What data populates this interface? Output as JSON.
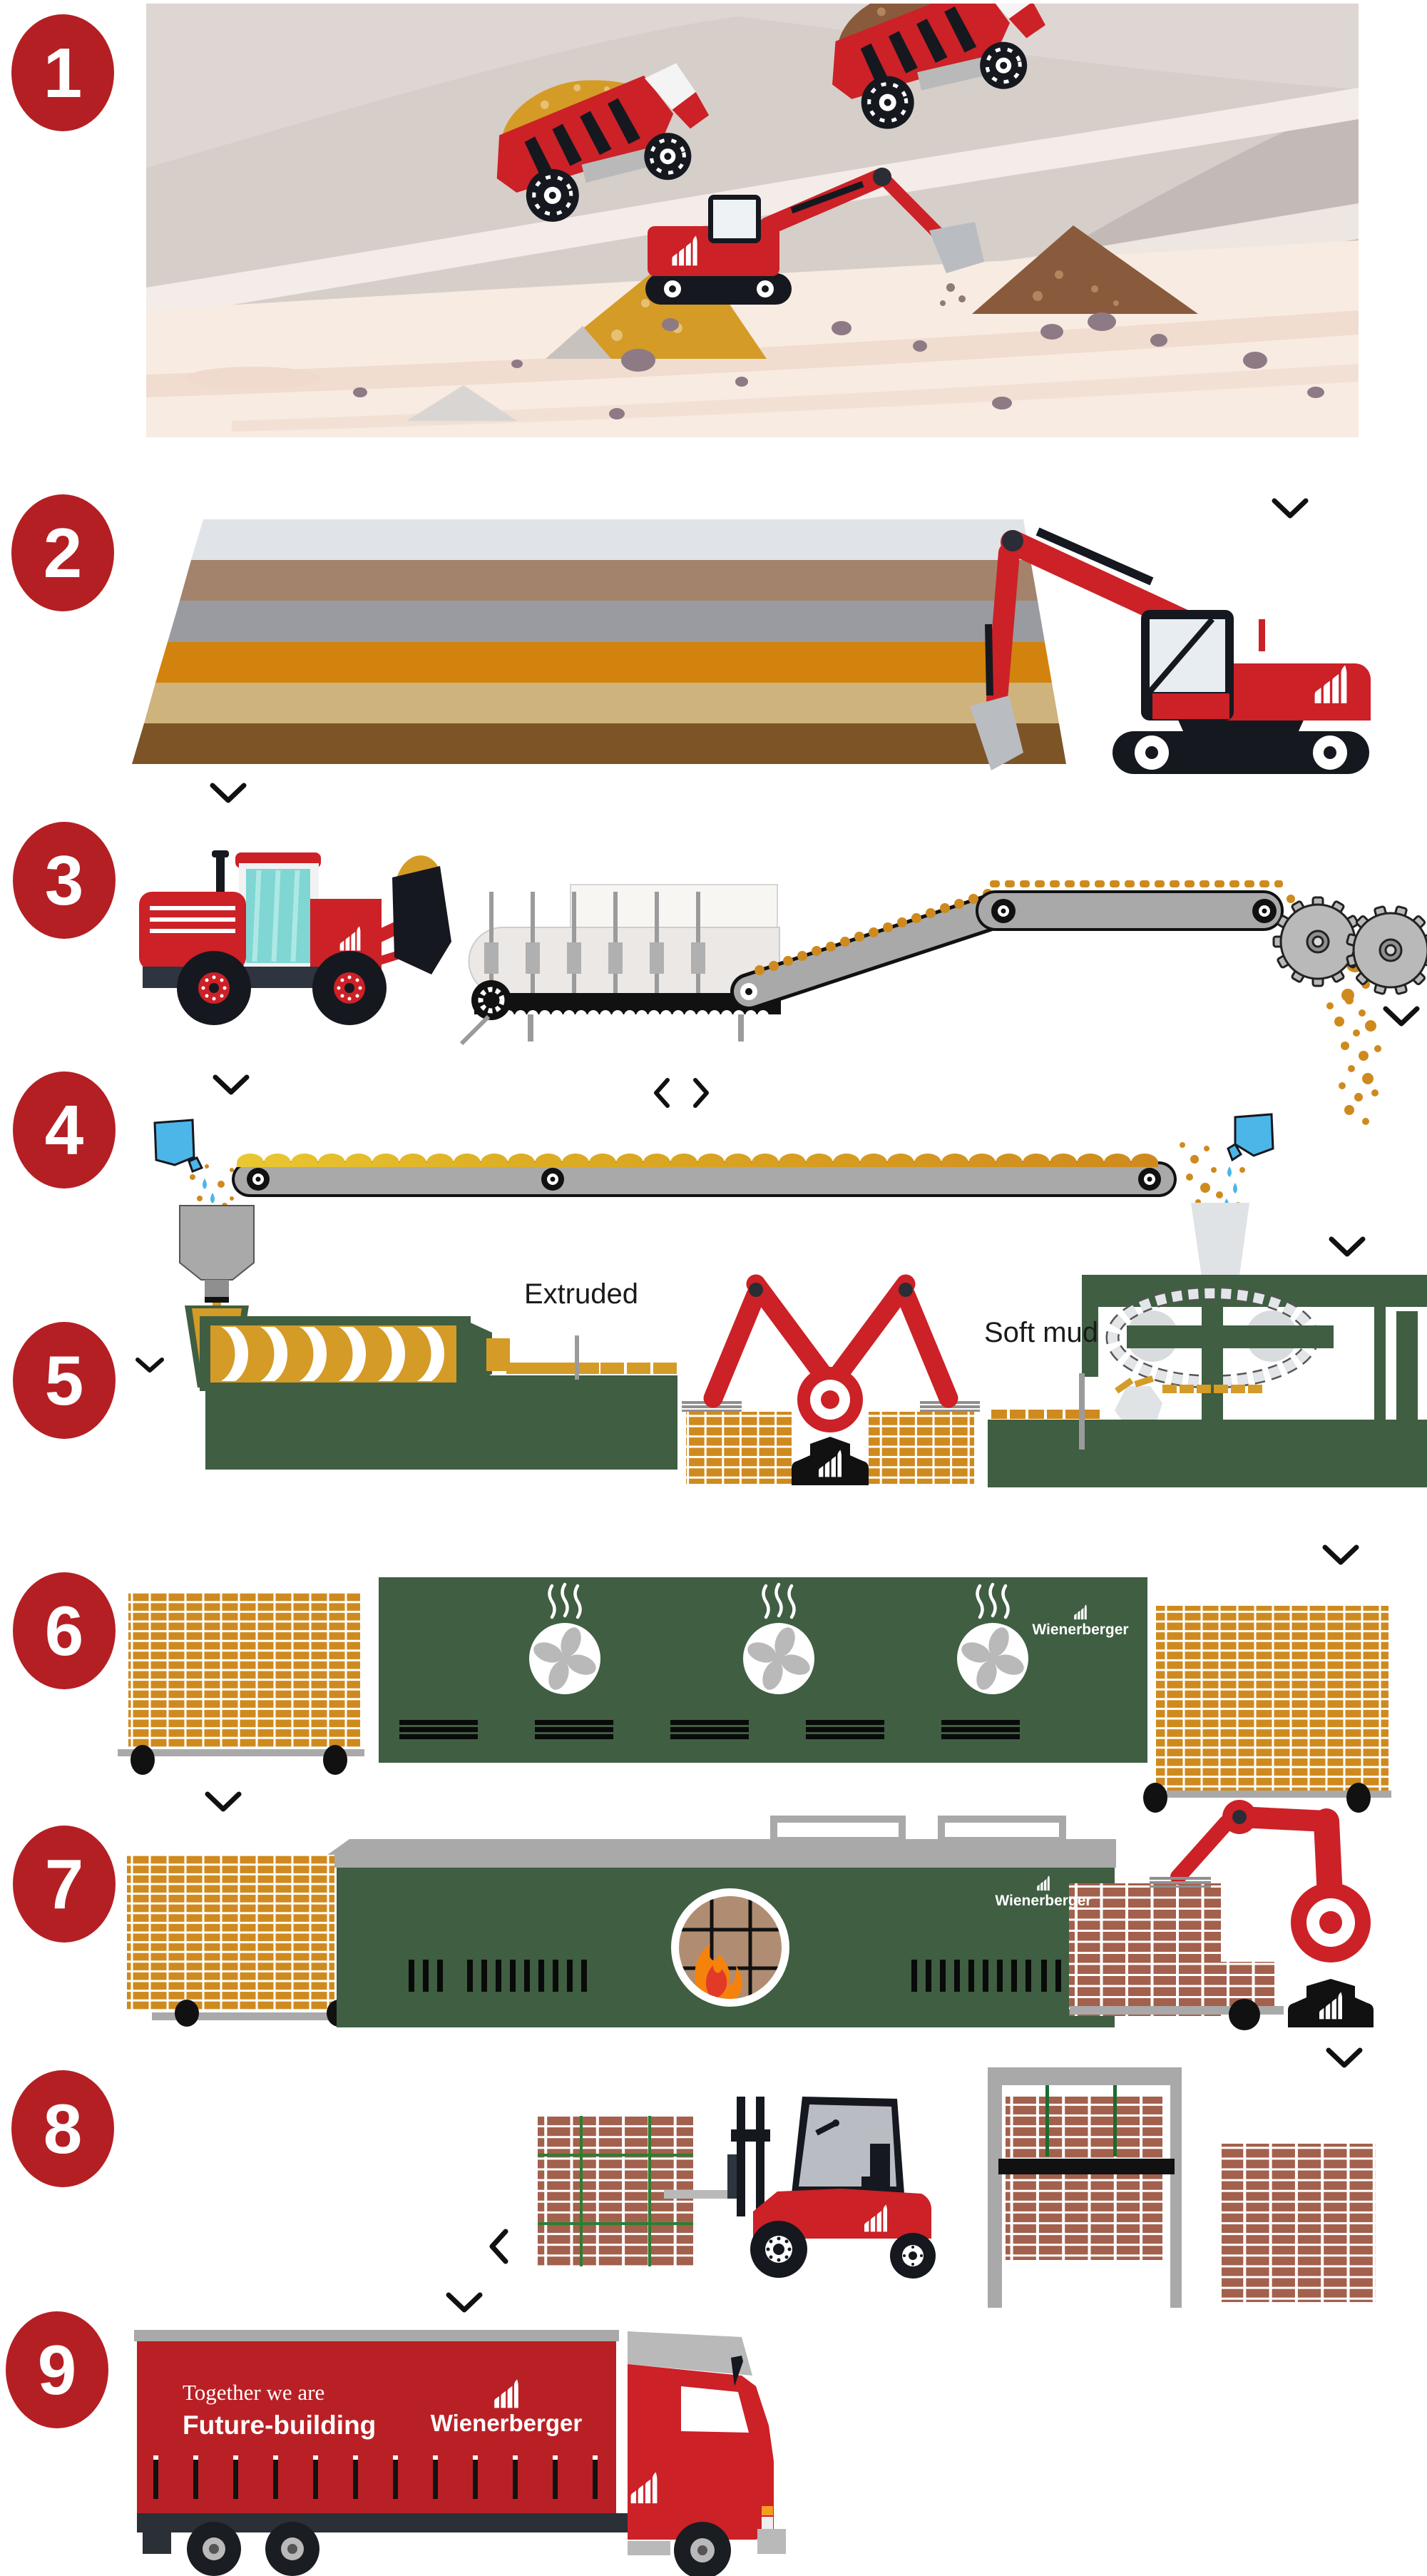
{
  "steps": [
    {
      "number": "1"
    },
    {
      "number": "2"
    },
    {
      "number": "3"
    },
    {
      "number": "4"
    },
    {
      "number": "5"
    },
    {
      "number": "6"
    },
    {
      "number": "7"
    },
    {
      "number": "8"
    },
    {
      "number": "9"
    }
  ],
  "labels": {
    "extruded": "Extruded",
    "soft_mud": "Soft mud"
  },
  "branding": {
    "dryer_logo_text": "Wienerberger",
    "kiln_logo_text": "Wienerberger",
    "truck_slogan_line1": "Together we are",
    "truck_slogan_line2": "Future-building",
    "truck_logo_text": "Wienerberger"
  },
  "colors": {
    "badge_red": "#b41f24",
    "vehicle_red": "#cc2127",
    "machine_green": "#3f5e42",
    "clay_ochre": "#cf8a1e",
    "fired_brick": "#a2604d",
    "water_blue": "#4cb6e8",
    "conveyor_gray": "#a9a9a9"
  }
}
